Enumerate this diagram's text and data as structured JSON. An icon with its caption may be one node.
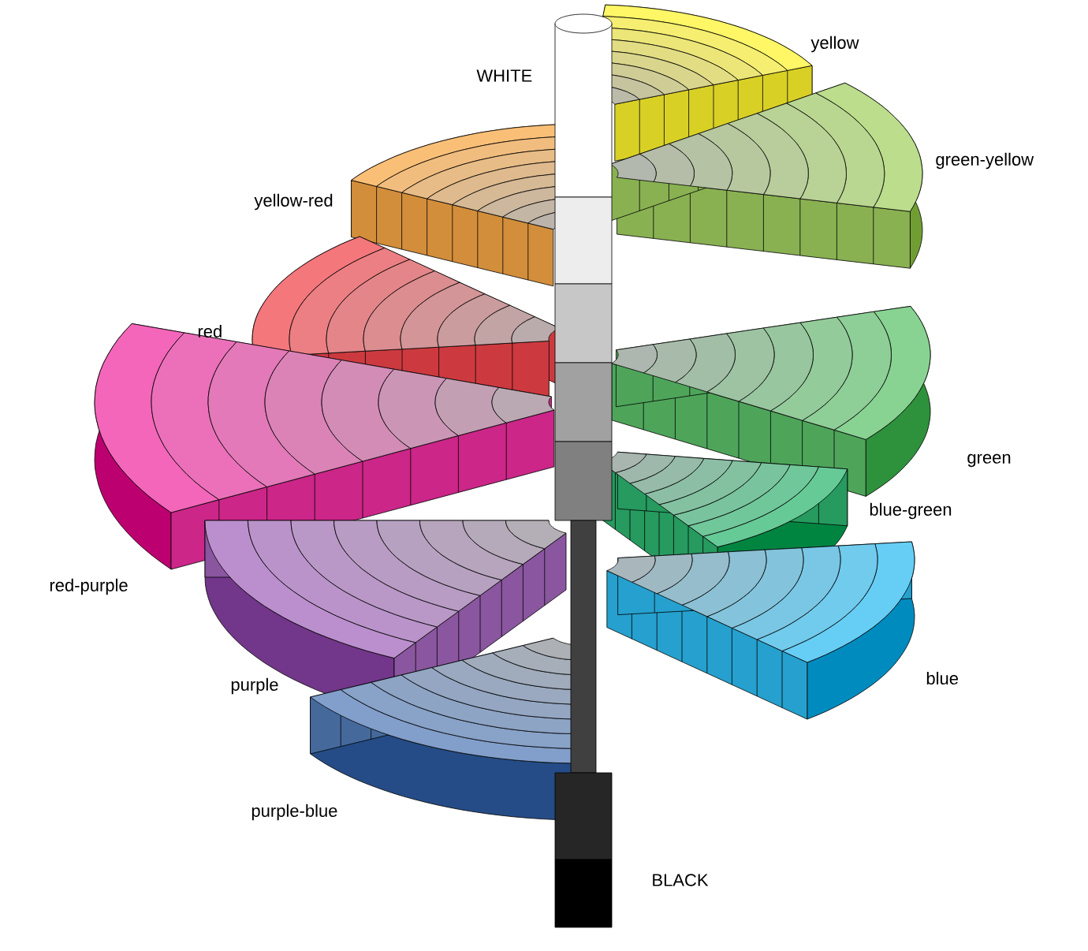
{
  "diagram": {
    "labels": [
      "WHITE",
      "yellow",
      "green-yellow",
      "yellow-red",
      "red",
      "green",
      "red-purple",
      "blue-green",
      "purple",
      "blue",
      "purple-blue",
      "BLACK"
    ]
  }
}
